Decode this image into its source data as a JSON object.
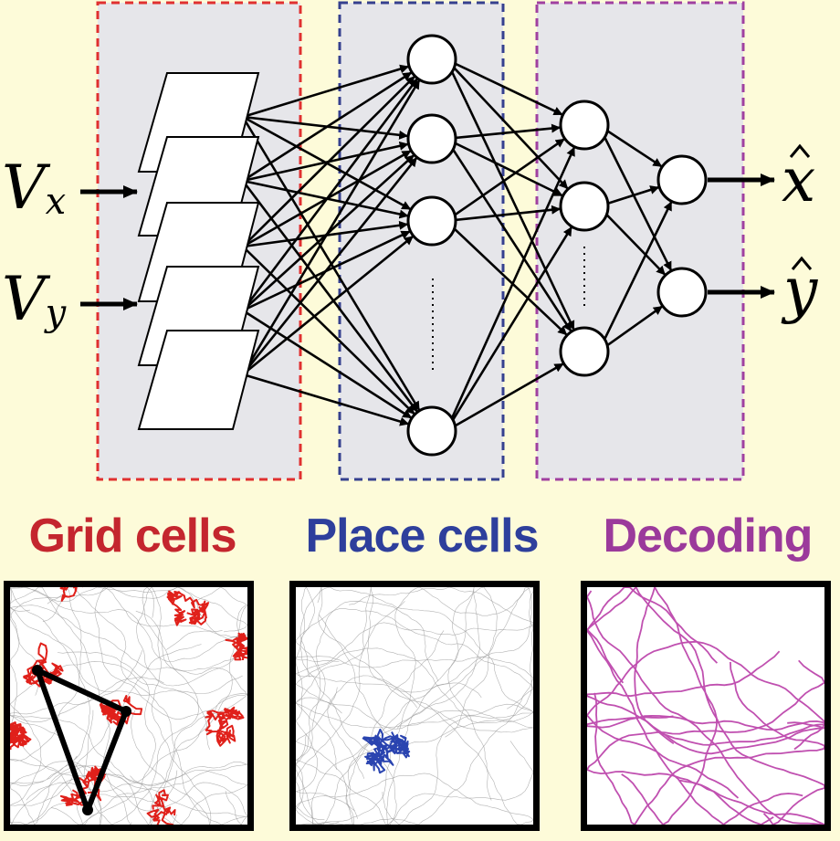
{
  "inputs": [
    {
      "main": "V",
      "sub": "x"
    },
    {
      "main": "V",
      "sub": "y"
    }
  ],
  "outputs": [
    {
      "symbol": "x"
    },
    {
      "symbol": "y"
    }
  ],
  "sections": {
    "grid": {
      "label": "Grid cells",
      "color": "#c4262e"
    },
    "place": {
      "label": "Place cells",
      "color": "#2e3f9c"
    },
    "decoding": {
      "label": "Decoding",
      "color": "#9b3a9b"
    }
  },
  "box_colors": {
    "grid": "#e03030",
    "place": "#35408f",
    "decoding": "#a040a0"
  },
  "layers": {
    "grid_sheets": 5,
    "place_nodes_visible": 4,
    "decoding_nodes_visible": 3,
    "output_nodes": 2
  },
  "panels": {
    "grid_trace_color": "#e0201a",
    "place_trace_color": "#2a44b0",
    "decode_trace_color": "#c050b0",
    "background_path_color": "#9a9a9a"
  }
}
